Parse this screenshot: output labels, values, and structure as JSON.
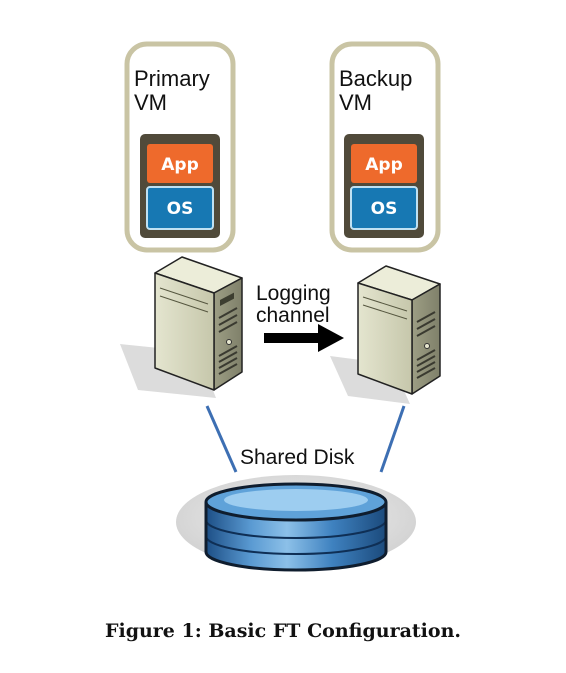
{
  "primary_vm": {
    "line1": "Primary",
    "line2": "VM",
    "app": "App",
    "os": "OS"
  },
  "backup_vm": {
    "line1": "Backup",
    "line2": "VM",
    "app": "App",
    "os": "OS"
  },
  "logging": {
    "line1": "Logging",
    "line2": "channel"
  },
  "shared_disk": {
    "label": "Shared Disk"
  },
  "caption": "Figure 1: Basic FT Configuration.",
  "colors": {
    "vm_frame": "#c9c4a4",
    "app": "#ee6a2c",
    "os": "#1778b3",
    "server_body": "#d3d4ba",
    "disk_blue": "#3d82c4"
  },
  "icons": [
    "server-icon",
    "disk-icon",
    "arrow-icon"
  ]
}
